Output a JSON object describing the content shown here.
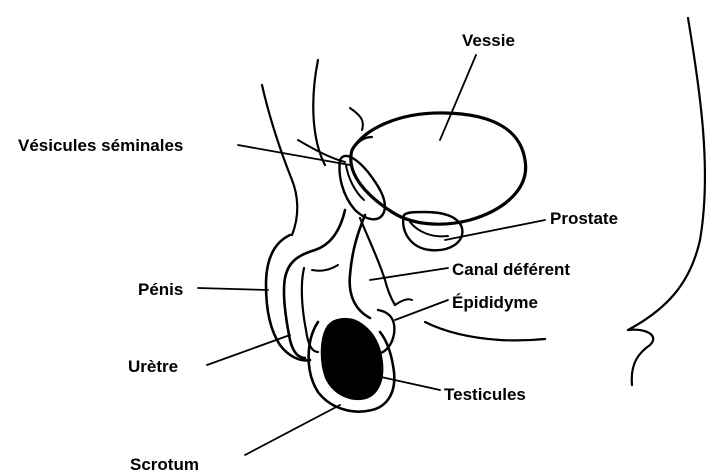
{
  "labels": {
    "vessie": "Vessie",
    "vesicules": "Vésicules séminales",
    "prostate": "Prostate",
    "penis": "Pénis",
    "canal": "Canal déférent",
    "epididyme": "Épididyme",
    "uretre": "Urètre",
    "testicules": "Testicules",
    "scrotum": "Scrotum"
  }
}
